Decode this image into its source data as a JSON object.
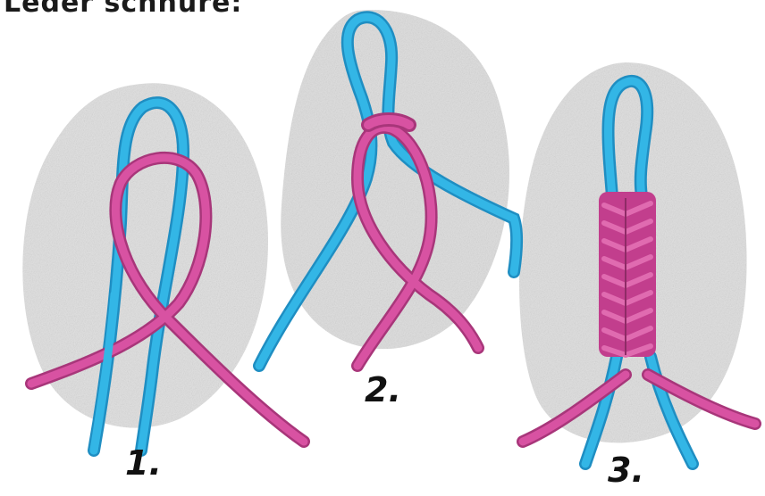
{
  "header": {
    "text": "Leder schnüre:"
  },
  "steps": [
    {
      "label": "1."
    },
    {
      "label": "2."
    },
    {
      "label": "3."
    }
  ],
  "colors": {
    "cord_blue": "#2fb2e0",
    "cord_blue_dark": "#1e8fc0",
    "cord_pink": "#d4509e",
    "cord_pink_dark": "#a8367a",
    "backdrop": "#e3e3e3"
  }
}
